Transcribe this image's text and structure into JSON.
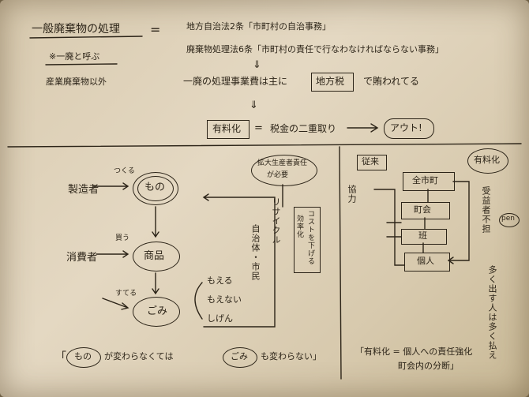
{
  "top": {
    "title": "一般廃棄物の処理",
    "equals": "=",
    "alias": "※一廃と呼ぶ",
    "except": "産業廃棄物以外",
    "law_line1": "地方自治法2条「市町村の自治事務」",
    "law_line2": "廃棄物処理法6条「市町村の責任で行なわなければならない事務」",
    "arrow1": "⇓",
    "funding": "一廃の処理事業費は主に 地方税 で賄われてる",
    "funding_box": "地方税",
    "arrow2": "⇓",
    "paid": "有料化",
    "paid_eq": "=",
    "double_tax": "税金の二重取り",
    "out": "アウト!"
  },
  "left": {
    "epr_label": "拡大生産者責任",
    "epr_sub": "が必要",
    "maker": "製造者",
    "maker_verb": "つくる",
    "thing": "もの",
    "consumer": "消費者",
    "consumer_verb": "買う",
    "product": "商品",
    "dispose_verb": "すてる",
    "garbage": "ごみ",
    "local_gov": "自治体・市民",
    "recycle": "リサイクル",
    "efficiency": "効率化",
    "cost_down": "コストを下げる",
    "options": [
      "もえる",
      "もえない",
      "しげん"
    ],
    "bottom_quote_pre": "「",
    "bottom_thing": "もの",
    "bottom_mid": "が変わらなくては",
    "bottom_garbage": "ごみ",
    "bottom_end": "も変わらない」"
  },
  "right": {
    "before": "従来",
    "after": "有料化",
    "cooperation": "協力",
    "levels": [
      "全市町",
      "町会",
      "班",
      "個人"
    ],
    "beneficiary": "受益者不担",
    "pen": "pen",
    "fee_text": "多く出す人は多く払え",
    "bottom1": "「有料化 = 個人への責任強化",
    "bottom2": "町会内の分断」"
  }
}
